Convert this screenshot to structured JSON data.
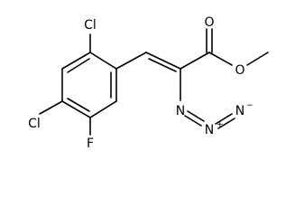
{
  "molecule": {
    "atoms": {
      "cl_top": "Cl",
      "cl_left": "Cl",
      "fluorine": "F",
      "carbonyl_oxygen": "O",
      "ester_oxygen": "O",
      "azide_n1": "N",
      "azide_n2": "N",
      "azide_n2_charge": "+",
      "azide_n3": "N",
      "azide_n3_charge": "−"
    }
  }
}
